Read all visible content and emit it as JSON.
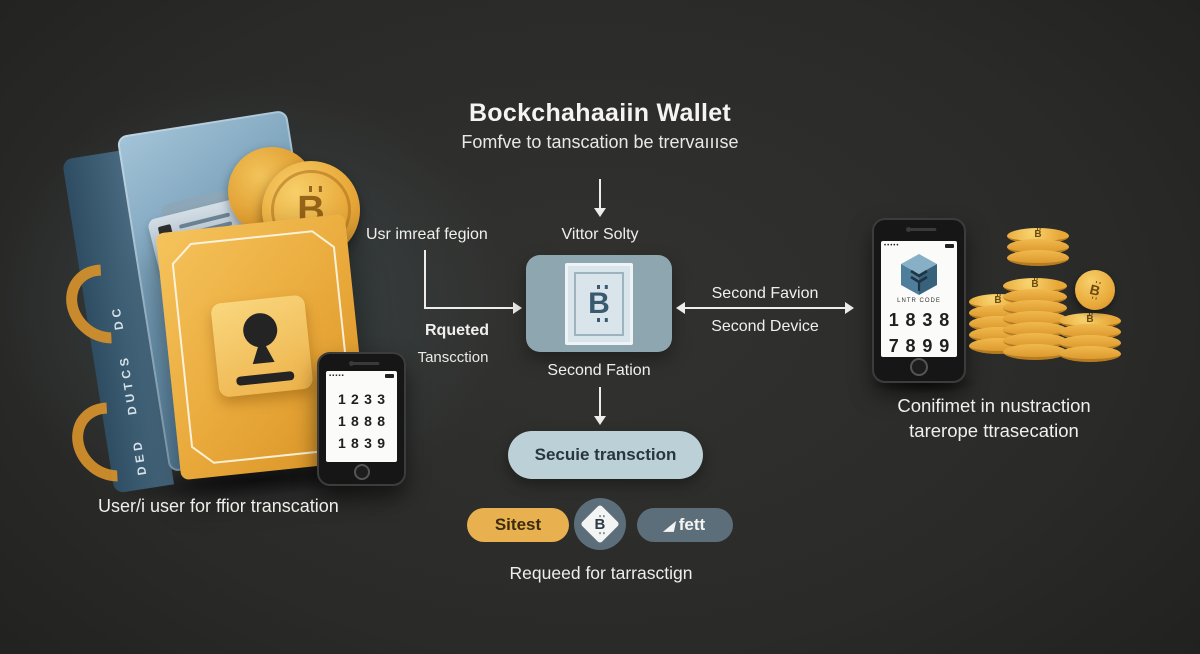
{
  "colors": {
    "background": "#2a2a28",
    "accent_gold": "#e9b050",
    "steel_node": "#8da6b0",
    "slate_badge": "#5c6e79",
    "light_pill": "#bcd0d8",
    "coin_gold": "#e8a93c"
  },
  "header": {
    "title": "Bockchahaaiin Wallet",
    "subtitle": "Fomfve to tanscation be trervaıııse"
  },
  "flow": {
    "top_node_label": "Vittor Solty",
    "left_source_label": "Usr imreaf fegion",
    "request_caption_line1": "Rqueted",
    "request_caption_line2": "Tanscction",
    "center_symbol": "B",
    "center_node_label": "Second Fation",
    "right_link_label_top": "Second Favion",
    "right_link_label_bottom": "Second Device",
    "secure_button_label": "Secuie transction",
    "badge_left_label": "Sitest",
    "badge_center_symbol": "B",
    "badge_right_icon": "◢",
    "badge_right_label": "fett",
    "footer_caption": "Requeed for tarrasctign"
  },
  "wallet": {
    "caption": "User/i user for ffior transcation",
    "spine_segments": [
      "DED",
      "DUTCS",
      "DC"
    ],
    "coin_symbol": "B",
    "phone": {
      "status_left": "▪▪▪▪▪",
      "rows": [
        "1233",
        "1888",
        "1839"
      ]
    }
  },
  "confirm_device": {
    "status_left": "•••••",
    "screen_caption": "LNTR CODE",
    "rows": [
      "1838",
      "7899"
    ],
    "caption_line1": "Conifimet in nustraction",
    "caption_line2": "tarerope ttrasecation"
  }
}
